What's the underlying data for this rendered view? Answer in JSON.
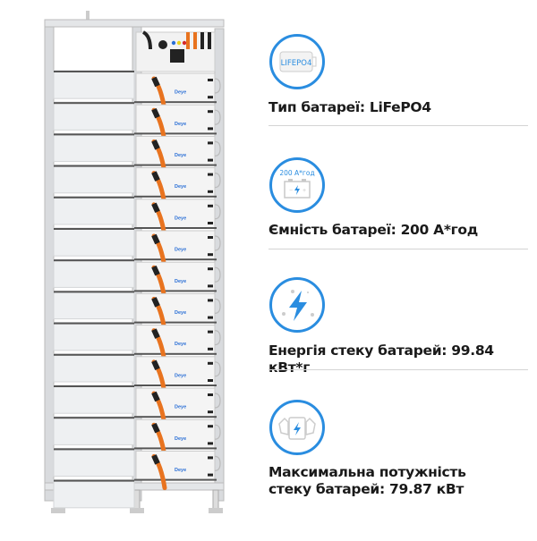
{
  "product": {
    "module_brand": "Deye",
    "module_count": 13
  },
  "specs": [
    {
      "icon": "lifepo4-battery-icon",
      "icon_text": "LIFEPO4",
      "label": "Тип батареї: LiFePO4"
    },
    {
      "icon": "battery-capacity-icon",
      "icon_text": "200 A*год",
      "label": "Ємність батареї: 200 А*год"
    },
    {
      "icon": "lightning-energy-icon",
      "label": "Енергія стеку батарей: 99.84 кВт*г"
    },
    {
      "icon": "strong-battery-power-icon",
      "label_line1": "Максимальна потужність",
      "label_line2": "стеку батарей: 79.87 кВт"
    }
  ],
  "colors": {
    "accent": "#2a8de0",
    "cable_orange": "#e8731f",
    "frame": "#d9dbde"
  }
}
